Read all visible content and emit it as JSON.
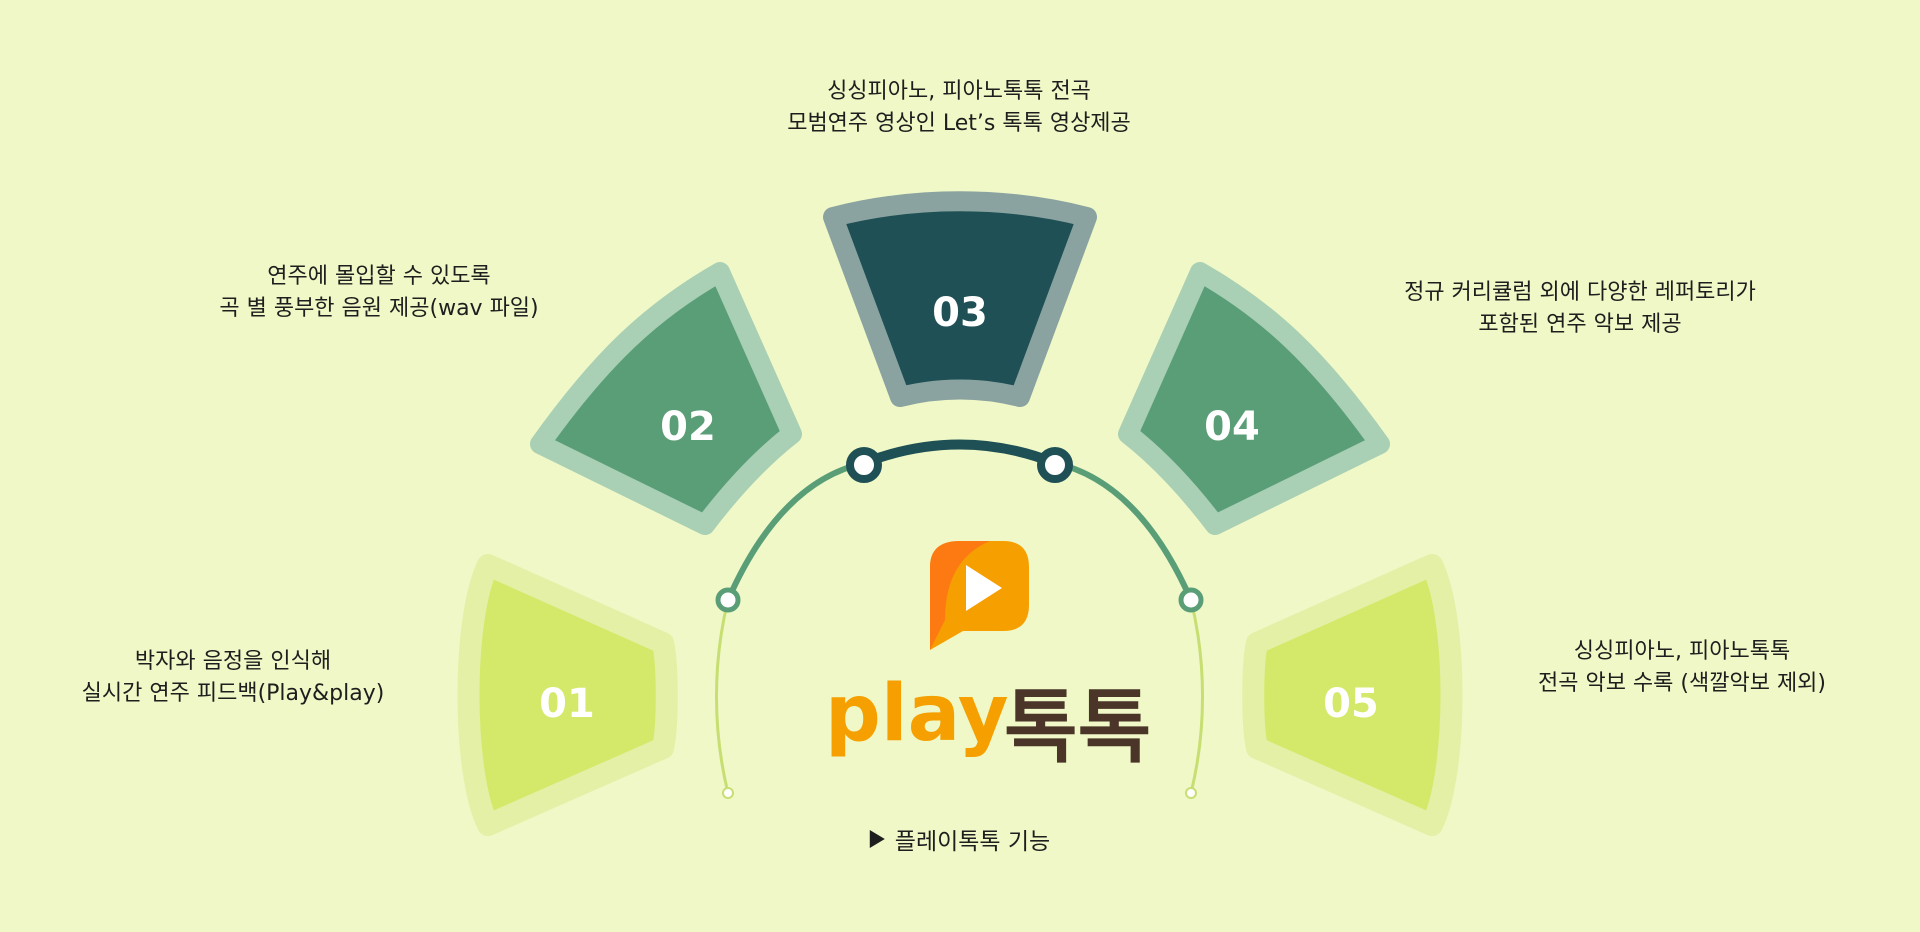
{
  "segments": [
    {
      "number": "01",
      "lines": [
        "박자와 음정을 인식해",
        "실시간 연주 피드백(Play&play)"
      ]
    },
    {
      "number": "02",
      "lines": [
        "연주에 몰입할 수 있도록",
        "곡 별 풍부한 음원 제공(wav 파일)"
      ]
    },
    {
      "number": "03",
      "lines": [
        "싱싱피아노, 피아노톡톡 전곡",
        "모범연주 영상인 Let’s 톡톡 영상제공"
      ]
    },
    {
      "number": "04",
      "lines": [
        "정규 커리큘럼 외에  다양한 레퍼토리가",
        "포함된 연주 악보 제공"
      ]
    },
    {
      "number": "05",
      "lines": [
        "싱싱피아노, 피아노톡톡",
        "전곡 악보 수록 (색깔악보 제외)"
      ]
    }
  ],
  "logo": {
    "word_latin": "play",
    "word_korean": "톡톡"
  },
  "caption": "플레이톡톡 기능",
  "colors": {
    "background": "#eff8c6",
    "light_green": "#d4e96a",
    "light_green_border": "#e3f0a6",
    "mid_green": "#5a9e77",
    "mid_green_border": "#a9cfb4",
    "dark_teal": "#1f5055",
    "dark_teal_border": "#8aa3a1",
    "logo_orange": "#f5a000",
    "logo_brown": "#4a3528"
  }
}
